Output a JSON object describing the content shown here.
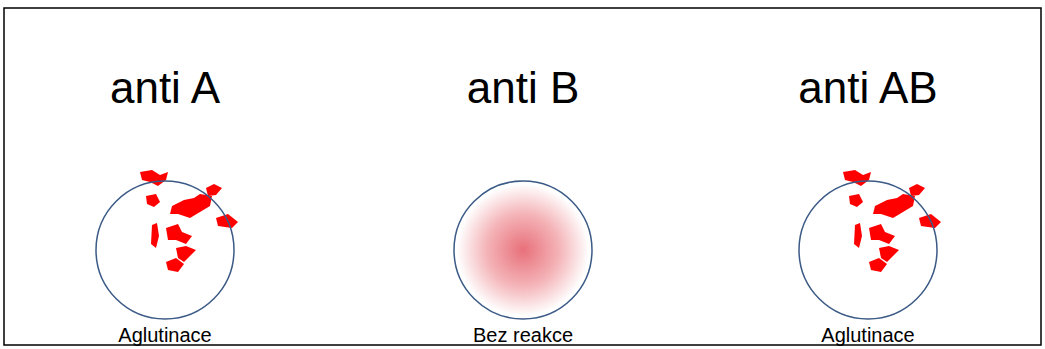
{
  "diagram": {
    "nodes": [
      {
        "text": [
          "anti A",
          "Aglutinace"
        ]
      },
      {
        "text": [
          "anti B",
          "Bez reakce"
        ]
      },
      {
        "text": [
          "anti AB",
          "Aglutinace"
        ]
      }
    ]
  }
}
